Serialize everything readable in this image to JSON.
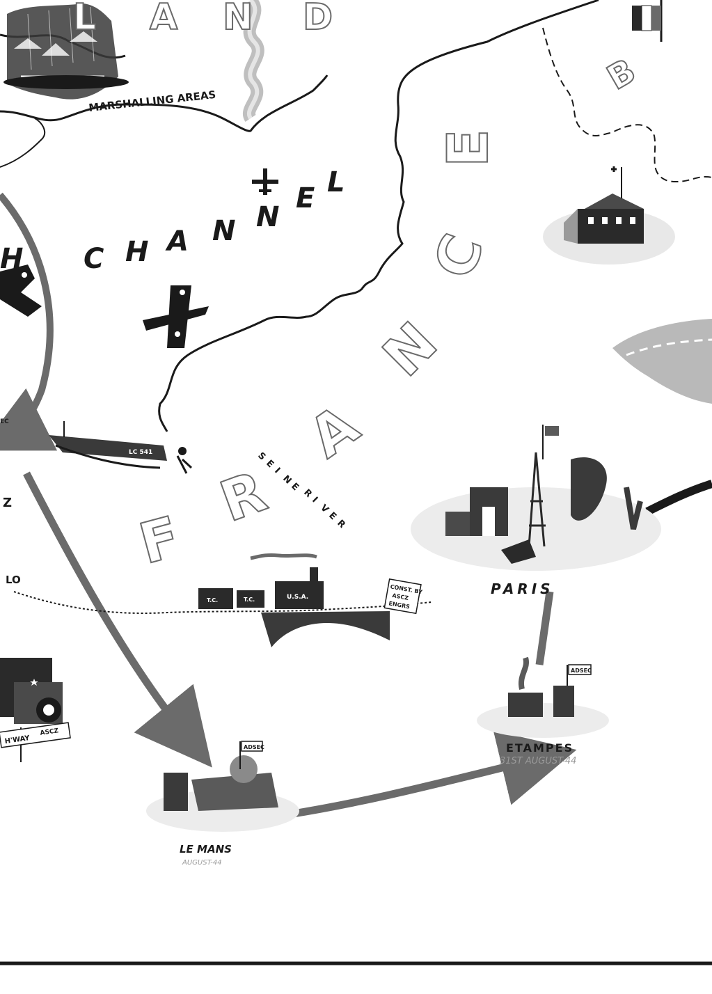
{
  "map": {
    "top_letters": [
      "L",
      "A",
      "N",
      "D"
    ],
    "water_label_channel": [
      "C",
      "H",
      "A",
      "N",
      "N",
      "E",
      "L"
    ],
    "left_edge_h": "H",
    "country_letters": [
      "F",
      "R",
      "A",
      "N",
      "C",
      "E"
    ],
    "belgium_letter": "B",
    "marshalling_areas": "MARSHALLING AREAS",
    "seine_river": [
      "S",
      "E",
      "I",
      "N",
      "E",
      "R",
      "I",
      "V",
      "E",
      "R"
    ],
    "left_labels": {
      "z": "Z",
      "lo": "LO",
      "ec": "EC"
    },
    "cities": {
      "paris": "PARIS",
      "etampes": "ETAMPES",
      "etampes_date": "31ST AUGUST-44",
      "le_mans": "LE MANS",
      "le_mans_date": "AUGUST-44"
    },
    "signs": {
      "bridge_sign": [
        "CONST. BY",
        "ASCZ",
        "ENGRS"
      ],
      "truck_sign": [
        "H'WAY",
        "ASCZ"
      ],
      "landing_craft": "LC 541",
      "flag_advsec": "ADSEC"
    },
    "train_labels": [
      "T.C.",
      "T.C.",
      "U.S.A."
    ],
    "colors": {
      "ink": "#1a1a1a",
      "route_arrow": "#6b6b6b",
      "water_lines": "#2a2a2a"
    }
  }
}
